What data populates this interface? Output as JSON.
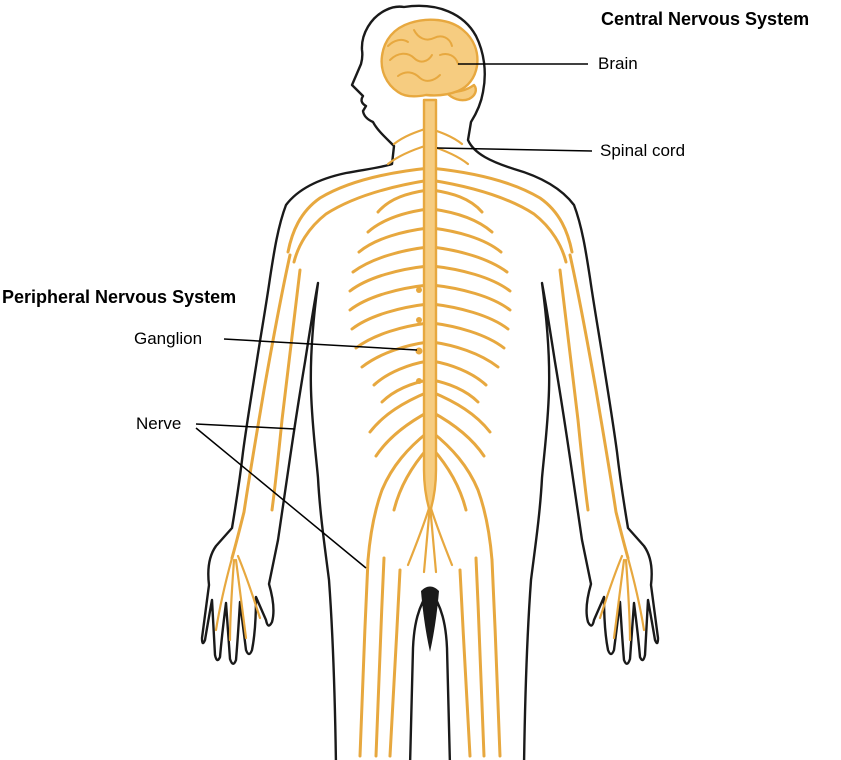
{
  "figure": {
    "cns_heading": "Central Nervous System",
    "pns_heading": "Peripheral Nervous System",
    "labels": {
      "brain": "Brain",
      "spinal_cord": "Spinal cord",
      "ganglion": "Ganglion",
      "nerve": "Nerve"
    }
  },
  "colors": {
    "nerve": "#E7A83F",
    "nerve_fill": "#F6CC80",
    "outline": "#1A1A1A",
    "leader": "#000000",
    "background": "#FFFFFF"
  }
}
